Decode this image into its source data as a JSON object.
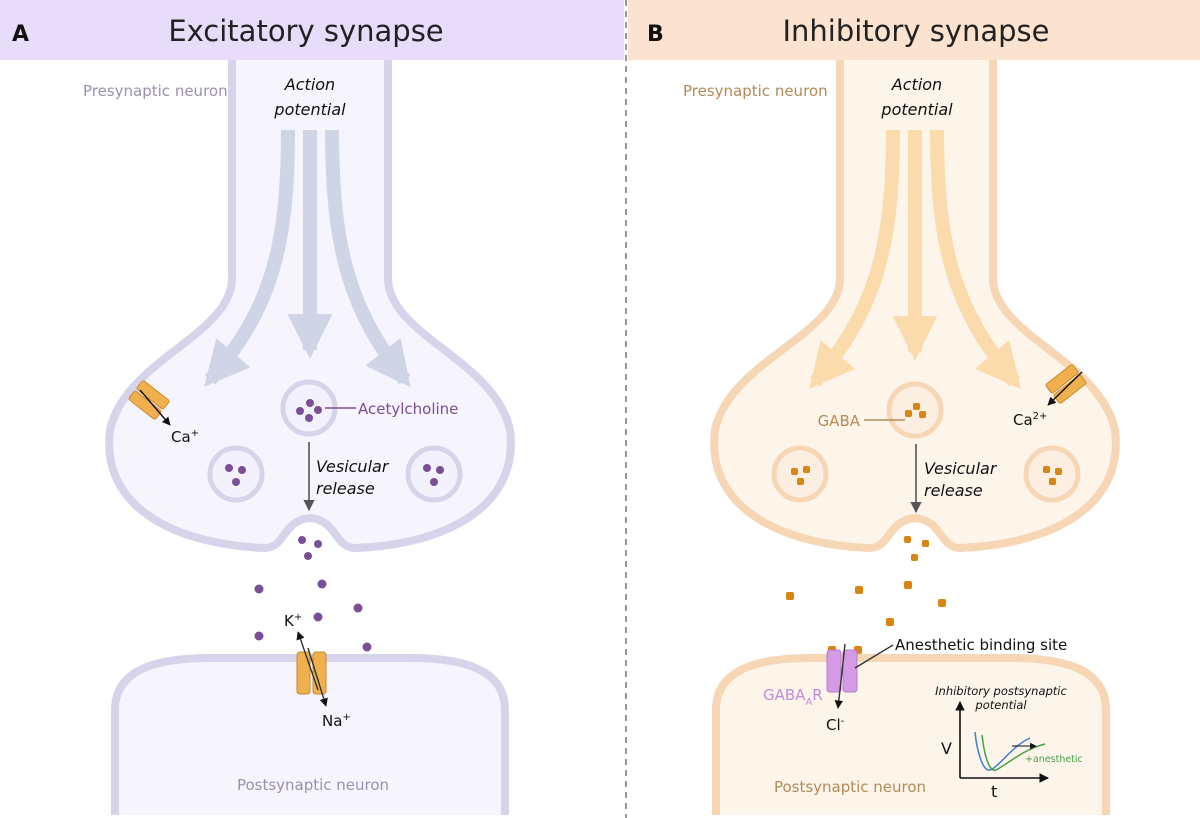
{
  "panels": {
    "a": {
      "letter": "A",
      "title": "Excitatory synapse",
      "presynaptic_label": "Presynaptic neuron",
      "action_potential_line1": "Action",
      "action_potential_line2": "potential",
      "neurotransmitter_label": "Acetylcholine",
      "vesicular_release_line1": "Vesicular",
      "vesicular_release_line2": "release",
      "ca_ion": "Ca",
      "ca_charge": "+",
      "k_ion": "K",
      "k_charge": "+",
      "na_ion": "Na",
      "na_charge": "+",
      "postsynaptic_label": "Postsynaptic neuron"
    },
    "b": {
      "letter": "B",
      "title": "Inhibitory synapse",
      "presynaptic_label": "Presynaptic neuron",
      "action_potential_line1": "Action",
      "action_potential_line2": "potential",
      "neurotransmitter_label": "GABA",
      "vesicular_release_line1": "Vesicular",
      "vesicular_release_line2": "release",
      "ca_ion": "Ca",
      "ca_charge": "2+",
      "receptor_main": "GABA",
      "receptor_sub": "A",
      "receptor_suffix": "R",
      "cl_ion": "Cl",
      "cl_charge": "-",
      "binding_site_label": "Anesthetic binding site",
      "postsynaptic_label": "Postsynaptic neuron",
      "ipsp_title_line1": "Inhibitory postsynaptic",
      "ipsp_title_line2": "potential",
      "ipsp_y_axis": "V",
      "ipsp_x_axis": "t",
      "ipsp_anesthetic_label": "+anesthetic"
    }
  },
  "colors": {
    "header_a": "#e8dcfb",
    "header_b": "#fbe3cf",
    "membrane_a": "#d6d4ea",
    "fill_a": "#f6f4fd",
    "membrane_b": "#f7d6b6",
    "fill_b": "#fdf4ea",
    "ach": "#7a4f96",
    "gaba": "#d98512",
    "channel": "#f0b04e",
    "receptor": "#d59ae6",
    "label_a": "#9b90b0",
    "label_b": "#b38a58"
  }
}
